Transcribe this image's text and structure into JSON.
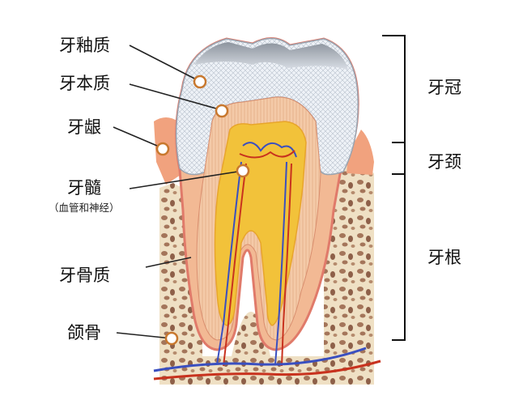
{
  "labels": {
    "enamel": "牙釉质",
    "dentin": "牙本质",
    "gum": "牙龈",
    "pulp": "牙髓",
    "pulp_note": "（血管和神经）",
    "cementum": "牙骨质",
    "jaw_bone": "颌骨",
    "crown": "牙冠",
    "neck": "牙颈",
    "root": "牙根"
  },
  "colors": {
    "enamel": "#e9eef4",
    "enamel_top": "#a9b0ba",
    "gum": "#f1a27e",
    "dentin": "#f3c6a2",
    "pulp": "#f2c23a",
    "bone": "#efe0c4",
    "bone_spots": "#9a6b50",
    "blood_vessel_red": "#c8321e",
    "nerve_blue": "#3a4fc0",
    "marker": "#c8782e"
  }
}
